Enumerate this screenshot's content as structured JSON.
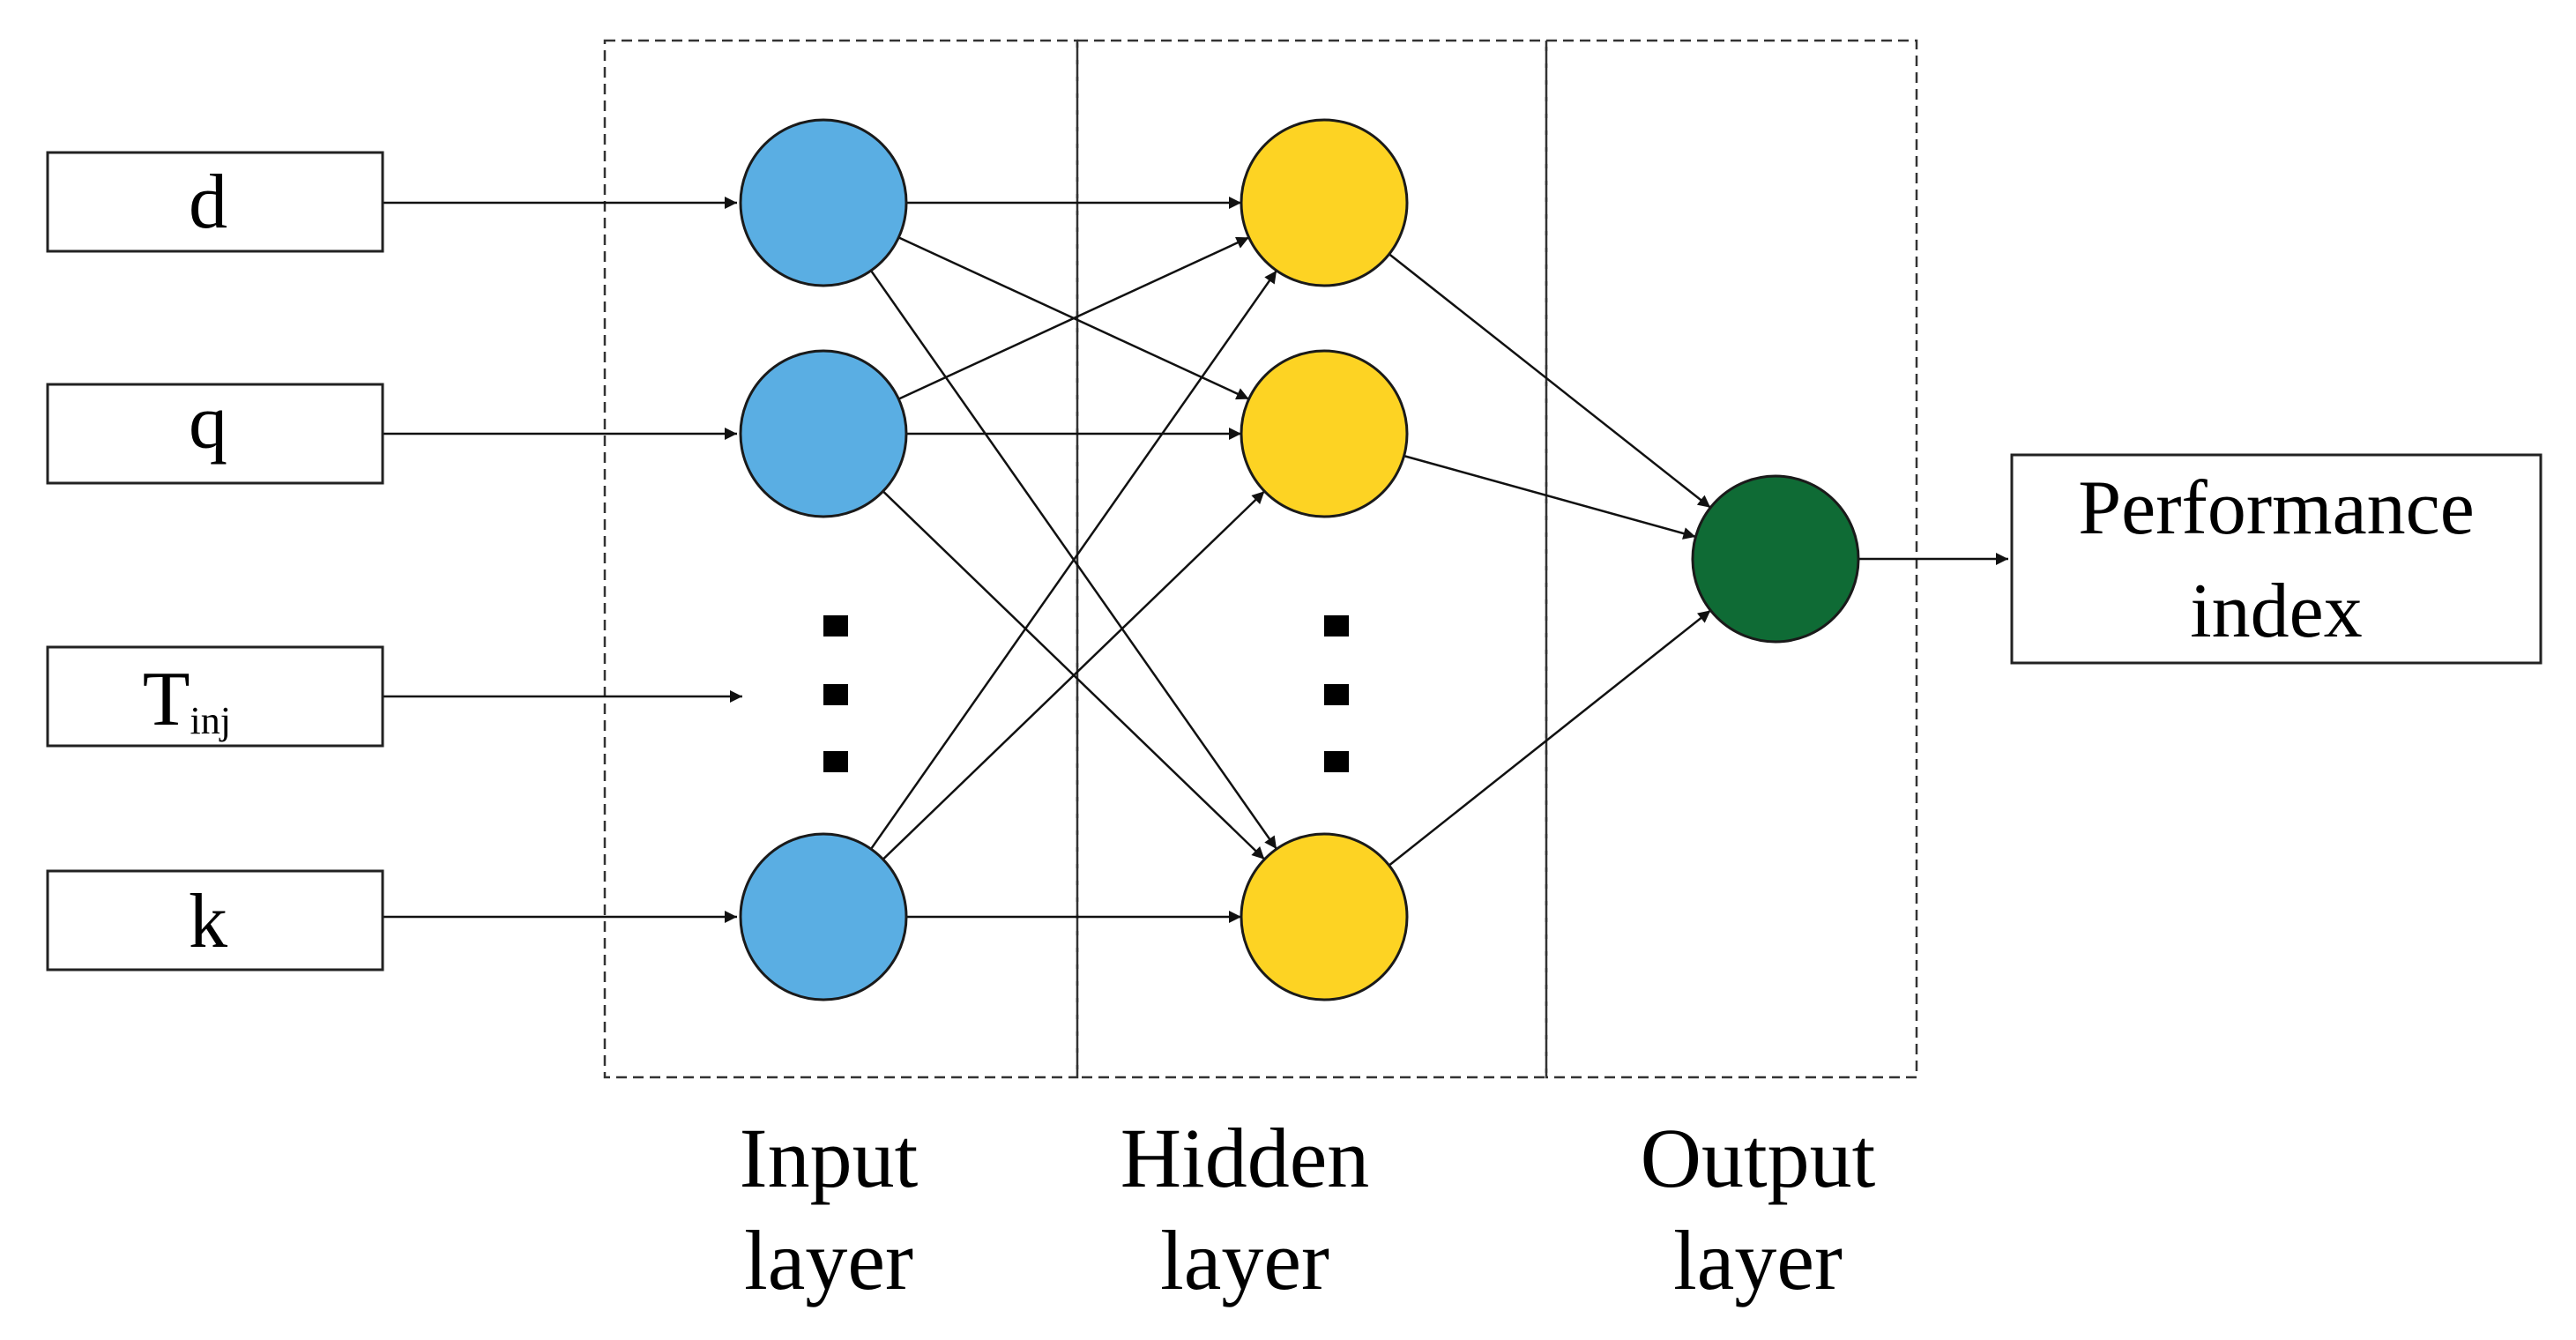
{
  "diagram": {
    "inputs": [
      {
        "label": "d",
        "sub": ""
      },
      {
        "label": "q",
        "sub": ""
      },
      {
        "label": "T",
        "sub": "inj"
      },
      {
        "label": "k",
        "sub": ""
      }
    ],
    "layers": [
      {
        "line1": "Input",
        "line2": "layer"
      },
      {
        "line1": "Hidden",
        "line2": "layer"
      },
      {
        "line1": "Output",
        "line2": "layer"
      }
    ],
    "output": {
      "line1": "Performance",
      "line2": "index"
    },
    "colors": {
      "input_node": "#5AAEE3",
      "hidden_node": "#FDD323",
      "output_node": "#0F6B35",
      "line": "#111111"
    }
  }
}
